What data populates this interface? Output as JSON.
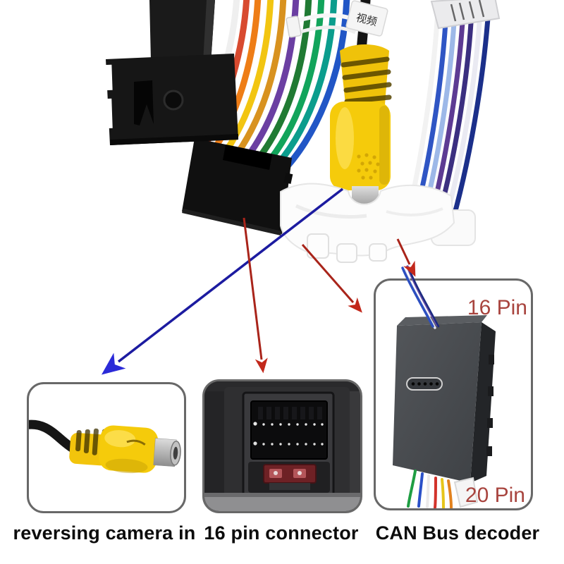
{
  "colors": {
    "arrow_blue_line": "#1c1ba0",
    "arrow_blue_head": "#2b2ad8",
    "arrow_red_line": "#a9241a",
    "arrow_red_head": "#c2281b",
    "pin_text_red": "#a8443e",
    "callout_text": "#0c0c0c",
    "rca_yellow": "#f5cb0b",
    "detail_box_border": "#686868"
  },
  "photo": {
    "video_cable_tag": "视频"
  },
  "annotations": {
    "pin16": "16 Pin",
    "pin20": "20 Pin"
  },
  "callouts": [
    {
      "id": "reversing-camera",
      "label": "reversing camera in"
    },
    {
      "id": "16-pin-connector",
      "label": "16 pin connector"
    },
    {
      "id": "can-bus-decoder",
      "label": "CAN Bus decoder"
    }
  ]
}
